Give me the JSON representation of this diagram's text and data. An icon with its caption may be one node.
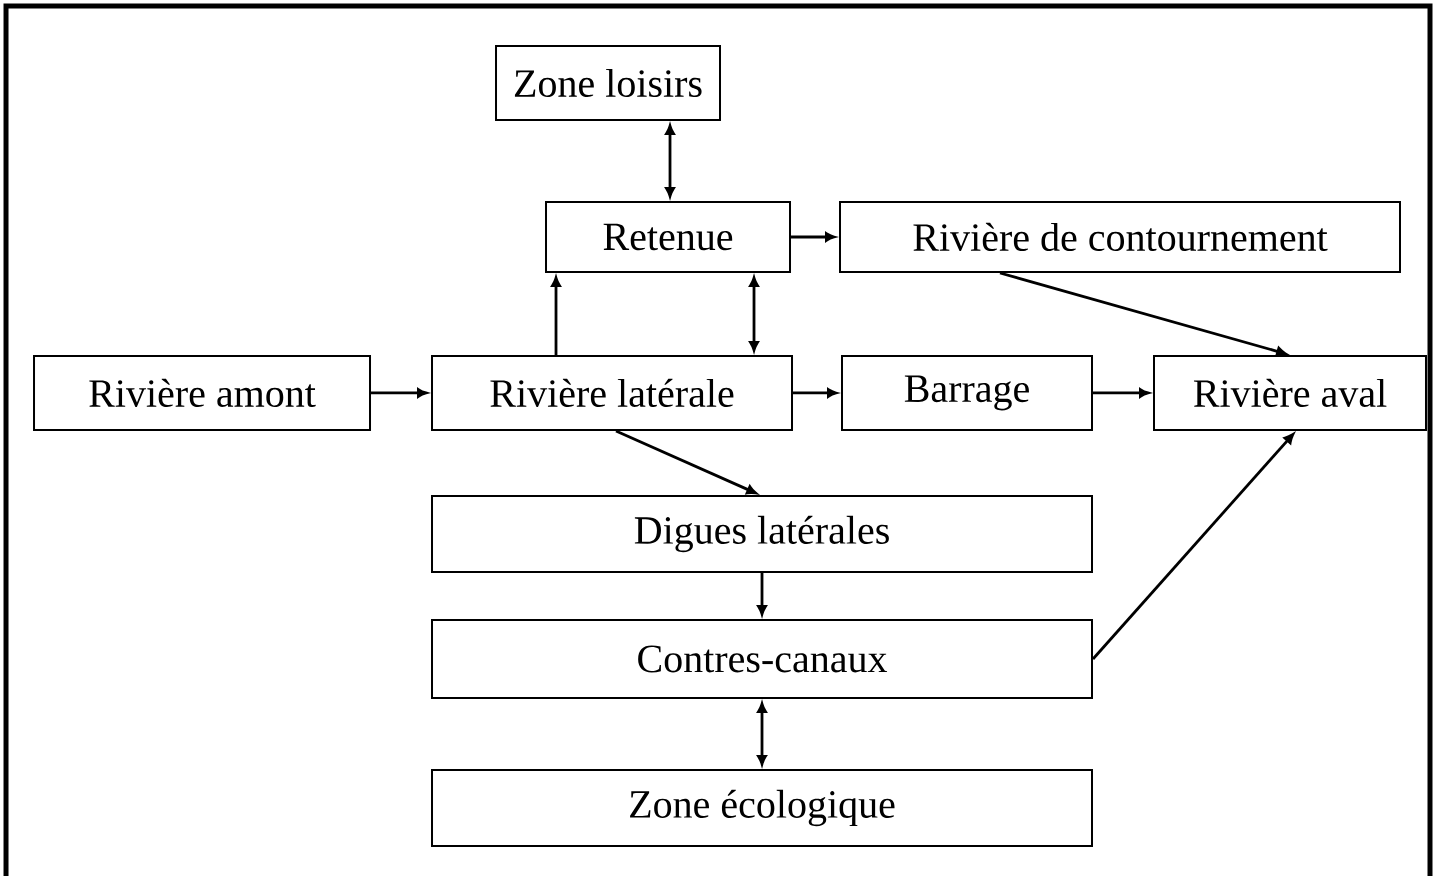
{
  "diagram": {
    "nodes": [
      {
        "text": [
          "Zone loisirs"
        ]
      },
      {
        "text": [
          "Retenue"
        ]
      },
      {
        "text": [
          "Rivière de contournement"
        ]
      },
      {
        "text": [
          "Rivière amont"
        ]
      },
      {
        "text": [
          "Rivière latérale"
        ]
      },
      {
        "text": [
          "Barrage"
        ]
      },
      {
        "text": [
          "Rivière aval"
        ]
      },
      {
        "text": [
          "Digues latérales"
        ]
      },
      {
        "text": [
          "Contres-canaux"
        ]
      },
      {
        "text": [
          "Zone écologique"
        ]
      }
    ],
    "edges": [
      {
        "from": 0,
        "to": 1,
        "arrow": "both"
      },
      {
        "from": 1,
        "to": 2,
        "arrow": "to"
      },
      {
        "from": 4,
        "to": 1,
        "arrow": "to"
      },
      {
        "from": 1,
        "to": 4,
        "arrow": "both"
      },
      {
        "from": 3,
        "to": 4,
        "arrow": "to"
      },
      {
        "from": 4,
        "to": 5,
        "arrow": "to"
      },
      {
        "from": 5,
        "to": 6,
        "arrow": "to"
      },
      {
        "from": 2,
        "to": 6,
        "arrow": "to"
      },
      {
        "from": 4,
        "to": 7,
        "arrow": "to"
      },
      {
        "from": 7,
        "to": 8,
        "arrow": "to"
      },
      {
        "from": 8,
        "to": 9,
        "arrow": "both"
      },
      {
        "from": 8,
        "to": 6,
        "arrow": "to"
      }
    ]
  }
}
